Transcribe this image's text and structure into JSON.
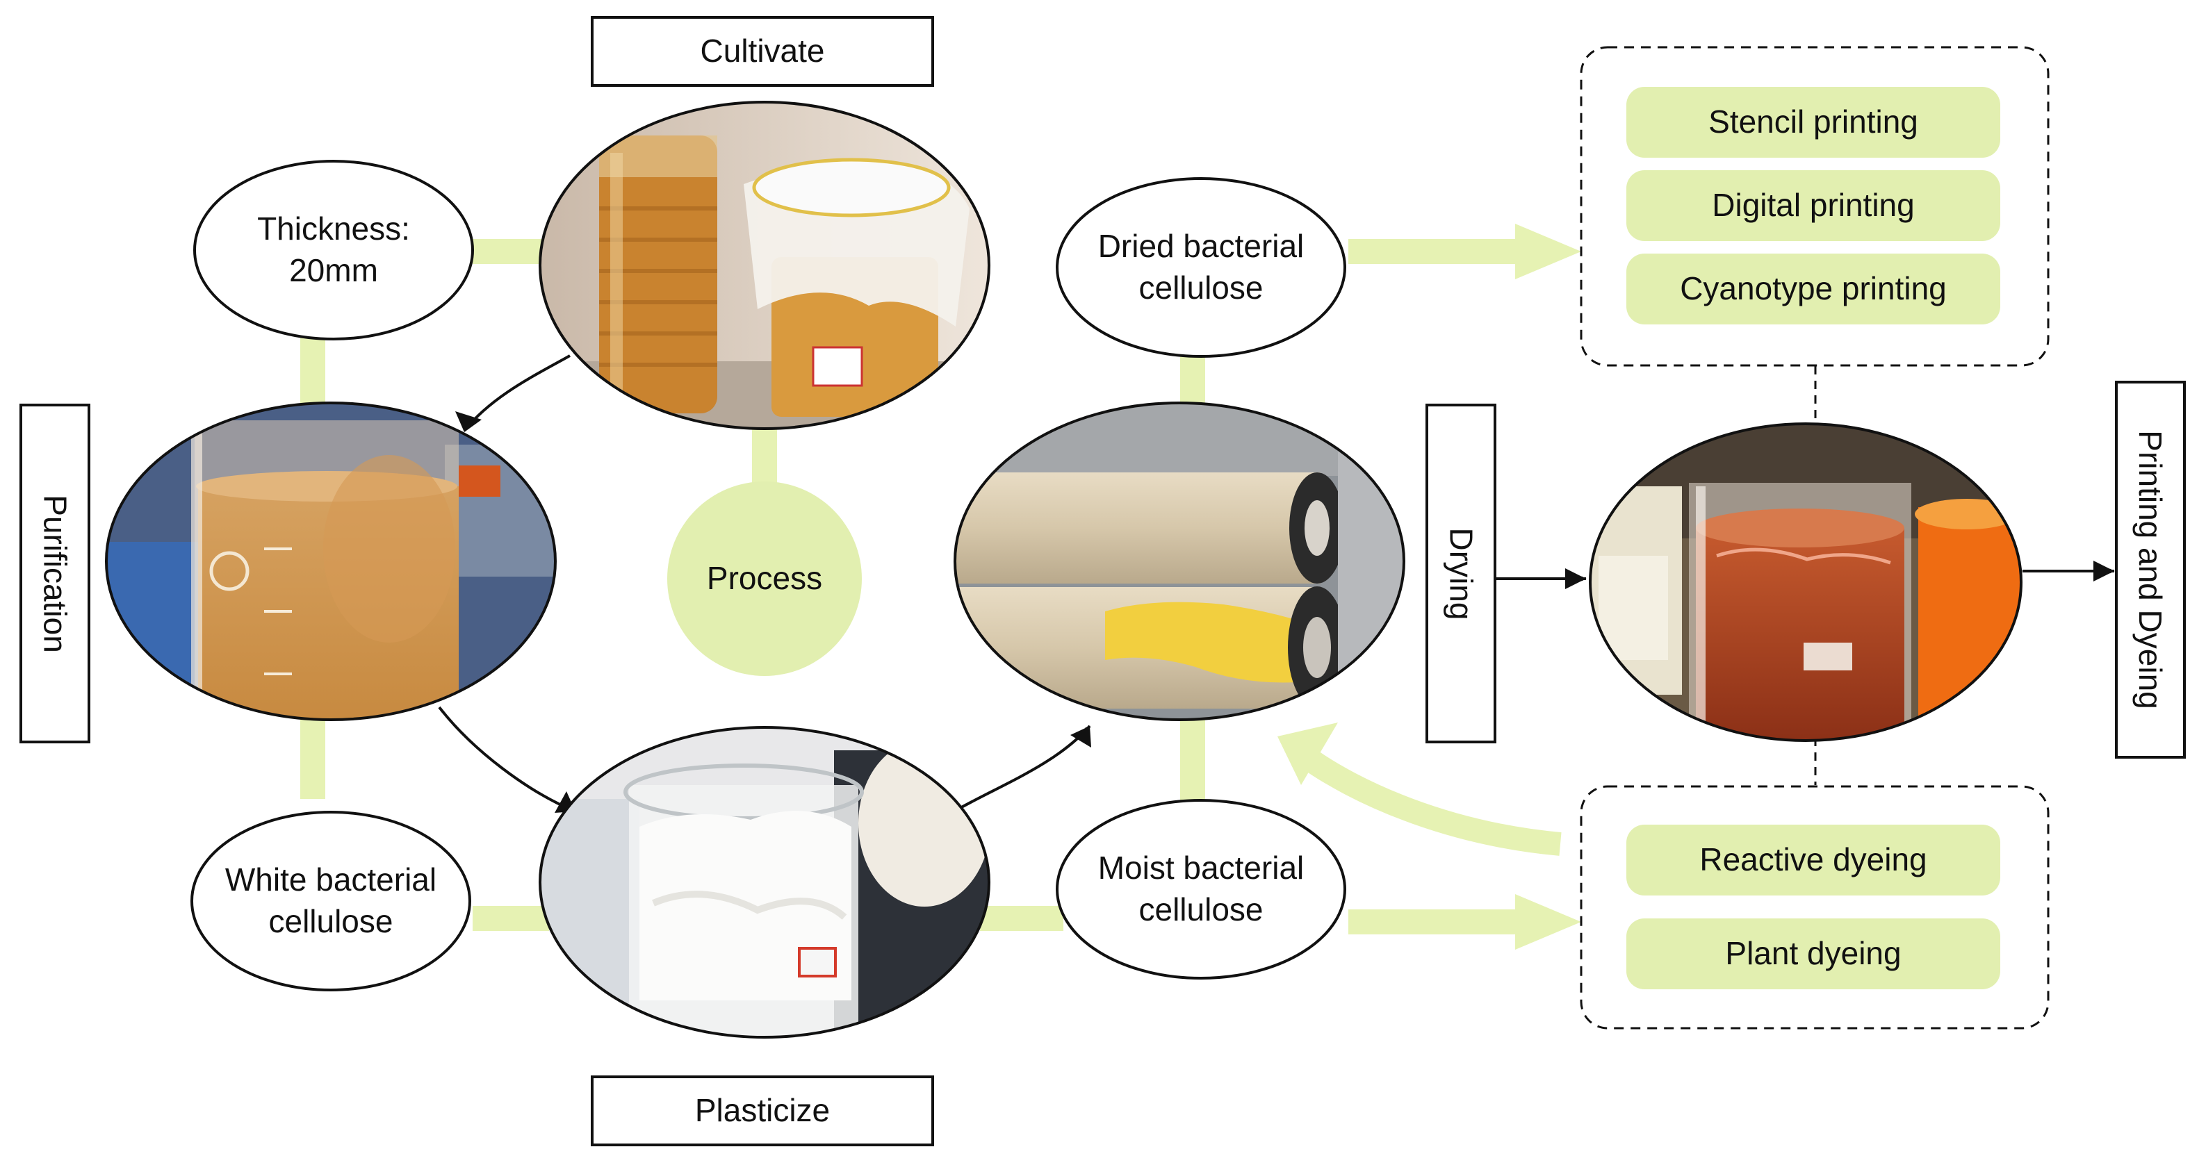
{
  "colors": {
    "connector": "#e6f2b3",
    "pill": "#e2efb0",
    "ink": "#111111"
  },
  "steps": {
    "cultivate": "Cultivate",
    "purification": "Purification",
    "plasticize": "Plasticize",
    "drying": "Drying",
    "printing_and_dyeing": "Printing and Dyeing",
    "process": "Process"
  },
  "nodes": {
    "thickness": "Thickness:\n20mm",
    "white_bc": "White bacterial\ncellulose",
    "dried_bc": "Dried bacterial\ncellulose",
    "moist_bc": "Moist bacterial\ncellulose"
  },
  "printing_methods": [
    "Stencil printing",
    "Digital printing",
    "Cyanotype printing"
  ],
  "dyeing_methods": [
    "Reactive dyeing",
    "Plant dyeing"
  ],
  "photos": [
    {
      "name": "cultivate-photo",
      "icon": "beaker-photo"
    },
    {
      "name": "purification-photo",
      "icon": "beaker-photo"
    },
    {
      "name": "plasticize-photo",
      "icon": "beaker-photo"
    },
    {
      "name": "drying-photo",
      "icon": "roll-photo"
    },
    {
      "name": "dyeing-photo",
      "icon": "beaker-photo"
    }
  ]
}
